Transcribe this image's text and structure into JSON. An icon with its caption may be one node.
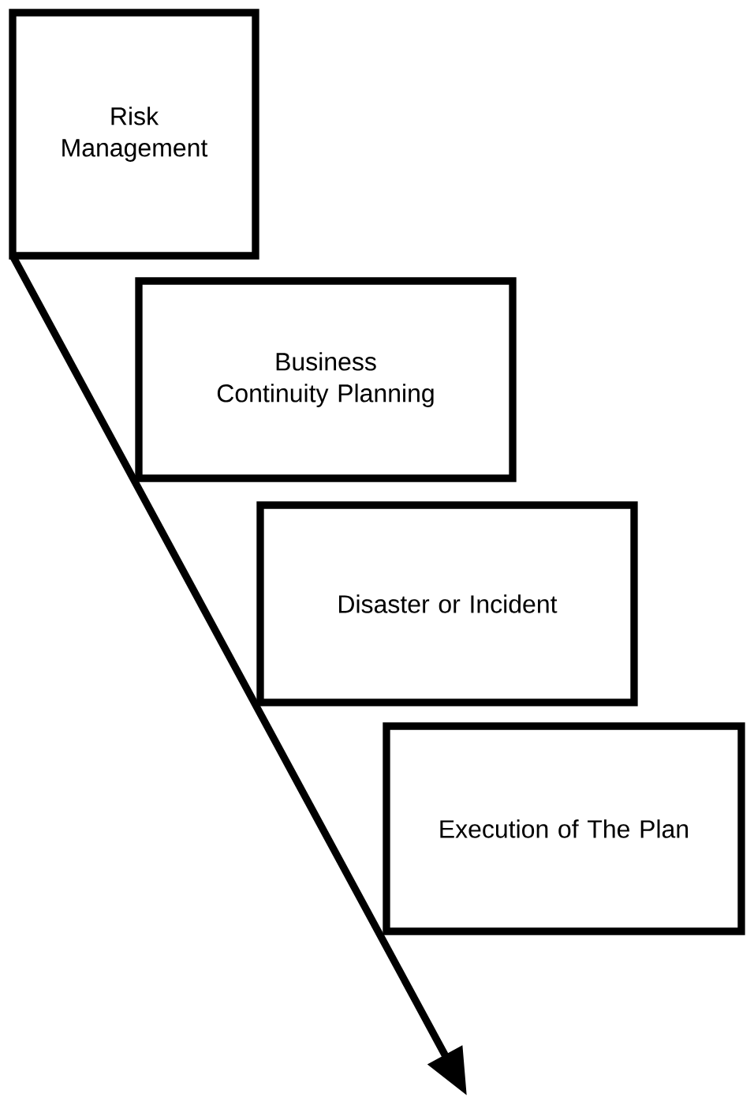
{
  "diagram": {
    "nodes": [
      {
        "text": [
          "Risk Management"
        ]
      },
      {
        "text": [
          "Business Continuity Planning"
        ]
      },
      {
        "text": [
          "Disaster or Incident"
        ]
      },
      {
        "text": [
          "Execution of The Plan"
        ]
      }
    ]
  }
}
